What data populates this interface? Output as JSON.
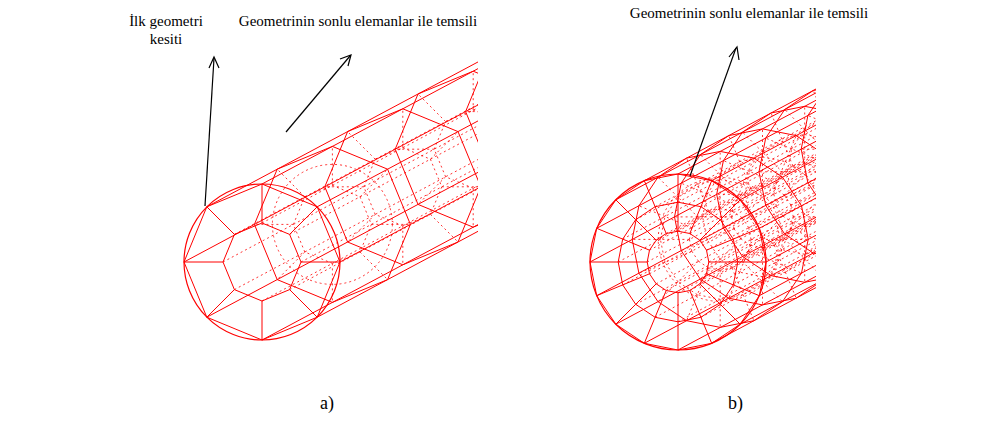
{
  "diagram": {
    "labels": [
      "İlk geometri kesiti",
      "Geometrinin sonlu elemanlar ile temsili",
      "a)",
      "Geometrinin sonlu elemanlar ile temsili",
      "b)"
    ]
  }
}
